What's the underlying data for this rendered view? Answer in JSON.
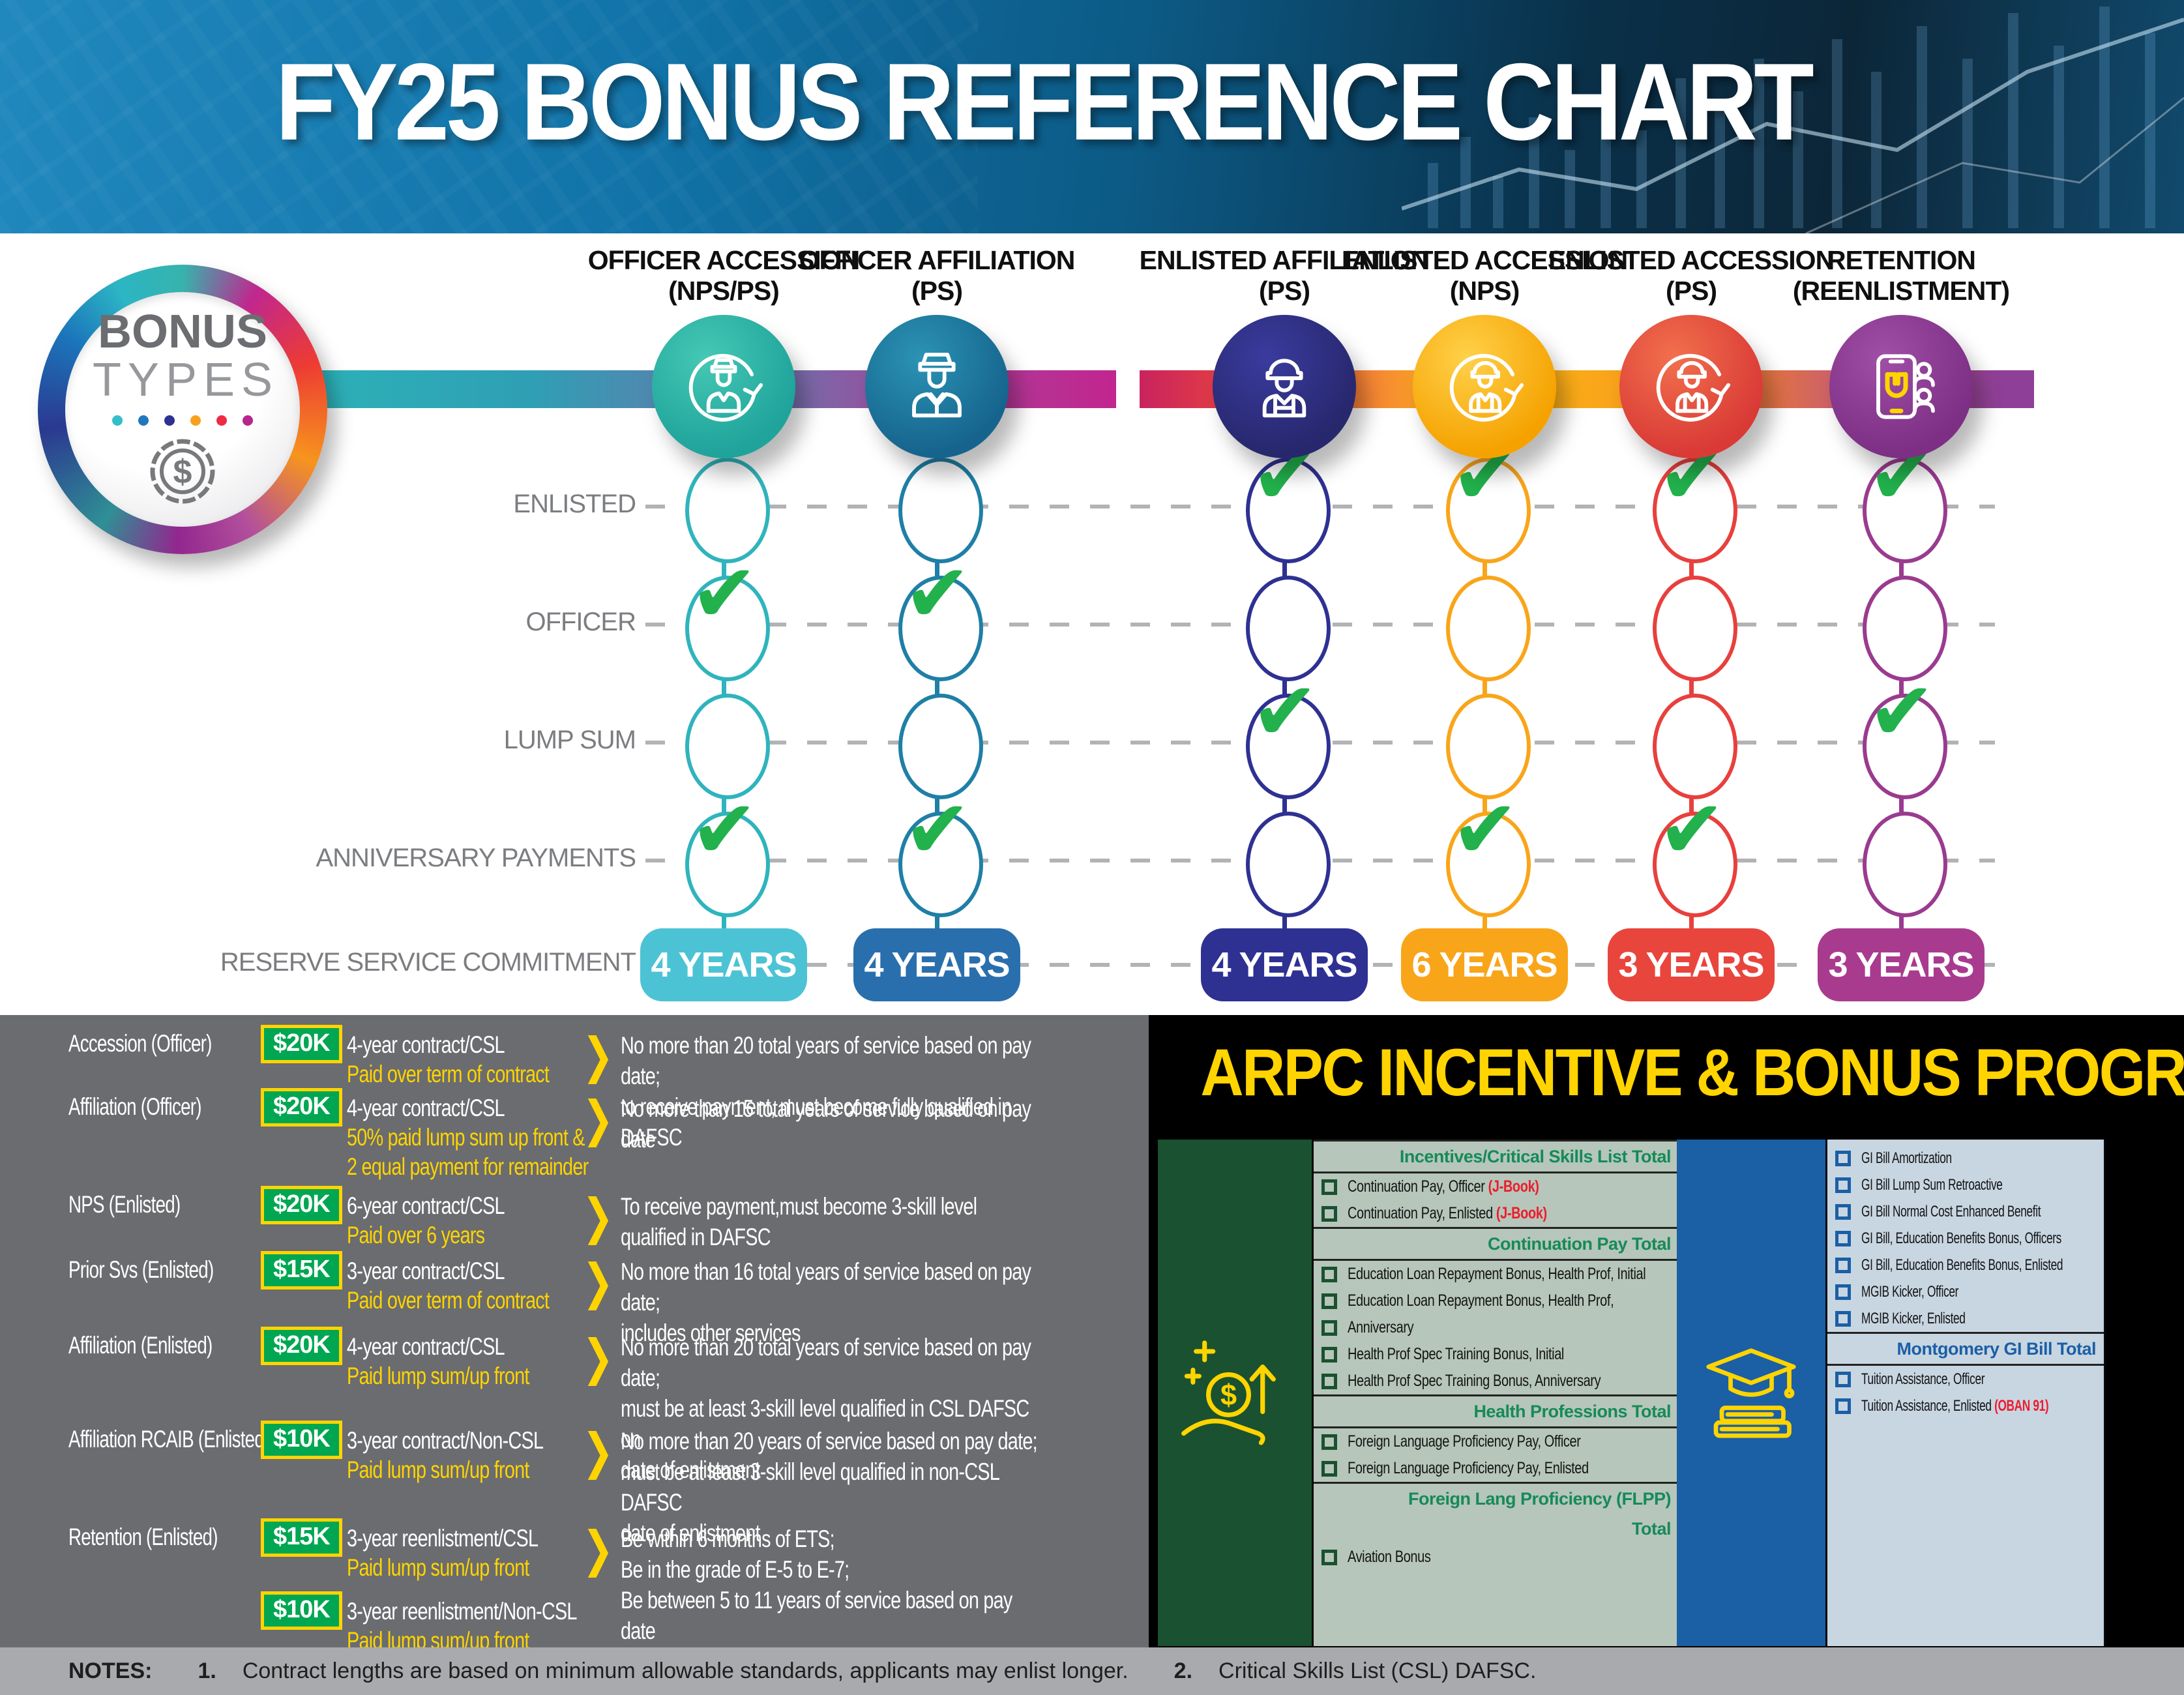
{
  "banner": {
    "title": "FY25 BONUS REFERENCE CHART"
  },
  "bonus_types": {
    "line1": "BONUS",
    "line2": "TYPES",
    "dot_colors": [
      "#35bdc9",
      "#2277bc",
      "#2e3192",
      "#f8a11b",
      "#ee2b44",
      "#b9258e"
    ]
  },
  "icons": {
    "check": "✔",
    "chevron": "❯"
  },
  "grid": {
    "row_labels": [
      "ENLISTED",
      "OFFICER",
      "LUMP SUM",
      "ANNIVERSARY PAYMENTS",
      "RESERVE SERVICE COMMITMENT"
    ],
    "columns": [
      {
        "title1": "OFFICER ACCESSION",
        "title2": "(NPS/PS)",
        "color": "#1fa39b",
        "color_light": "#45c8b4",
        "cell_color": "#2fb4bd",
        "badge_color": "#4cc3d4",
        "years": "4 YEARS",
        "icon": "officer-accession-icon",
        "checks": [
          false,
          true,
          false,
          true
        ]
      },
      {
        "title1": "OFFICER AFFILIATION",
        "title2": "(PS)",
        "color": "#16648e",
        "color_light": "#2b93b4",
        "cell_color": "#1f7fa6",
        "badge_color": "#2a6fad",
        "years": "4 YEARS",
        "icon": "officer-affiliation-icon",
        "checks": [
          false,
          true,
          false,
          true
        ]
      },
      {
        "title1": "ENLISTED AFFILIATION",
        "title2": "(PS)",
        "color": "#27276d",
        "color_light": "#3a3b9e",
        "cell_color": "#2e3192",
        "badge_color": "#2e3192",
        "years": "4 YEARS",
        "icon": "enlisted-affiliation-icon",
        "checks": [
          true,
          false,
          true,
          false
        ]
      },
      {
        "title1": "ENLISTED ACCESSION",
        "title2": "(NPS)",
        "color": "#f5a200",
        "color_light": "#ffd14a",
        "cell_color": "#f9a51a",
        "badge_color": "#f9a51a",
        "years": "6 YEARS",
        "icon": "enlisted-accession-nps-icon",
        "checks": [
          true,
          false,
          false,
          true
        ]
      },
      {
        "title1": "ENLISTED ACCESSION",
        "title2": "(PS)",
        "color": "#d93a36",
        "color_light": "#f2704d",
        "cell_color": "#e8403d",
        "badge_color": "#e8453c",
        "years": "3 YEARS",
        "icon": "enlisted-accession-ps-icon",
        "checks": [
          true,
          false,
          false,
          true
        ]
      },
      {
        "title1": "RETENTION",
        "title2": "(REENLISTMENT)",
        "color": "#7c2f84",
        "color_light": "#a04fa6",
        "cell_color": "#9a3b8f",
        "badge_color": "#a93b8f",
        "years": "3 YEARS",
        "icon": "retention-icon",
        "checks": [
          true,
          false,
          true,
          false
        ]
      }
    ]
  },
  "left_panel": {
    "rows": [
      {
        "label": "Accession (Officer)",
        "entries": [
          {
            "amount": "$20K",
            "desc": "4-year contract/CSL",
            "sub": "Paid over term of contract"
          }
        ],
        "conditions": "No more than 20 total years of service based on pay date;\nto receive payment, must become fully qualified in DAFSC"
      },
      {
        "label": "Affiliation (Officer)",
        "entries": [
          {
            "amount": "$20K",
            "desc": "4-year contract/CSL",
            "sub": "50% paid lump sum up front &\n2 equal payment for remainder"
          }
        ],
        "conditions": "No more than 15 total years of service based on pay date"
      },
      {
        "label": "NPS (Enlisted)",
        "entries": [
          {
            "amount": "$20K",
            "desc": "6-year contract/CSL",
            "sub": "Paid over 6 years"
          }
        ],
        "conditions": "To receive payment,must become 3-skill level\nqualified in DAFSC"
      },
      {
        "label": "Prior Svs (Enlisted)",
        "entries": [
          {
            "amount": "$15K",
            "desc": "3-year contract/CSL",
            "sub": "Paid over term of contract"
          }
        ],
        "conditions": "No more than 16 total years of service based on pay date;\nincludes other services"
      },
      {
        "label": "Affiliation (Enlisted)",
        "entries": [
          {
            "amount": "$20K",
            "desc": "4-year contract/CSL",
            "sub": "Paid lump sum/up front"
          }
        ],
        "conditions": "No more than 20 total years of service based on pay date;\nmust be at least 3-skill level qualified in CSL DAFSC on\ndate of enlistment"
      },
      {
        "label": "Affiliation RCAIB (Enlisted)",
        "entries": [
          {
            "amount": "$10K",
            "desc": "3-year contract/Non-CSL",
            "sub": "Paid lump sum/up front"
          }
        ],
        "conditions": "No more than 20 years of service based on pay date;\nmust be at least 3-skill level qualified in non-CSL DAFSC\ndate of enlistment"
      },
      {
        "label": "Retention (Enlisted)",
        "entries": [
          {
            "amount": "$15K",
            "desc": "3-year reenlistment/CSL",
            "sub": "Paid lump sum/up front"
          },
          {
            "amount": "$10K",
            "desc": "3-year reenlistment/Non-CSL",
            "sub": "Paid lump sum/up front"
          }
        ],
        "conditions": "Be within 6 months of ETS;\nBe in the grade of E-5 to E-7;\nBe between 5 to 11 years of service based on pay date"
      }
    ]
  },
  "right_panel": {
    "title": "ARPC INCENTIVE & BONUS PROGRAMS",
    "green_list": {
      "rows": [
        {
          "type": "header",
          "text": "Incentives/Critical Skills List Total"
        },
        {
          "type": "item",
          "text": "Continuation Pay, Officer ",
          "suffix": "(J-Book)"
        },
        {
          "type": "item",
          "text": "Continuation Pay, Enlisted ",
          "suffix": "(J-Book)"
        },
        {
          "type": "header",
          "text": "Continuation Pay Total"
        },
        {
          "type": "item",
          "text": "Education Loan Repayment Bonus, Health Prof, Initial"
        },
        {
          "type": "item",
          "text": "Education Loan Repayment Bonus, Health Prof,"
        },
        {
          "type": "item",
          "text": "Anniversary"
        },
        {
          "type": "item",
          "text": "Health Prof Spec Training Bonus, Initial"
        },
        {
          "type": "item",
          "text": "Health Prof Spec Training Bonus, Anniversary"
        },
        {
          "type": "header",
          "text": "Health Professions Total"
        },
        {
          "type": "item",
          "text": "Foreign Language Proficiency Pay, Officer"
        },
        {
          "type": "item",
          "text": "Foreign Language Proficiency Pay, Enlisted"
        },
        {
          "type": "header2",
          "text": "Foreign Lang Proficiency (FLPP)",
          "text2": "Total"
        },
        {
          "type": "item",
          "text": "Aviation Bonus"
        }
      ]
    },
    "blue_list": {
      "rows": [
        {
          "type": "item",
          "text": "GI Bill Amortization"
        },
        {
          "type": "item",
          "text": "GI Bill Lump Sum Retroactive"
        },
        {
          "type": "item",
          "text": "GI Bill Normal Cost Enhanced Benefit"
        },
        {
          "type": "item",
          "text": "GI Bill, Education Benefits Bonus, Officers"
        },
        {
          "type": "item",
          "text": "GI Bill, Education Benefits Bonus, Enlisted"
        },
        {
          "type": "item",
          "text": "MGIB Kicker, Officer"
        },
        {
          "type": "item",
          "text": "MGIB Kicker, Enlisted"
        },
        {
          "type": "header",
          "text": "Montgomery GI Bill Total"
        },
        {
          "type": "item",
          "text": "Tuition Assistance, Officer"
        },
        {
          "type": "item",
          "text": "Tuition Assistance, Enlisted ",
          "suffix": "(OBAN 91)"
        }
      ]
    }
  },
  "notes": {
    "label": "NOTES:",
    "note1_num": "1.",
    "note1": "Contract lengths are based on minimum allowable standards, applicants may enlist longer.",
    "note2_num": "2.",
    "note2": "Critical Skills List (CSL) DAFSC."
  }
}
